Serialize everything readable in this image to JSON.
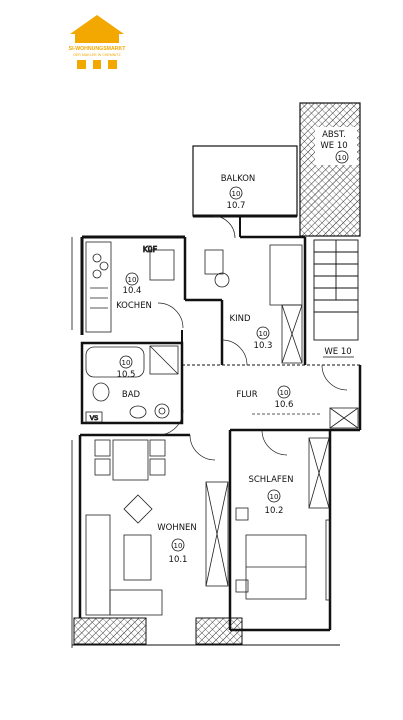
{
  "logo": {
    "name": "SI-WOHNUNGSMARKT",
    "tagline": "DER MAKLER IN CHEMNITZ",
    "color": "#f2a800"
  },
  "rooms": {
    "balkon": {
      "name": "BALKON",
      "badge": "10",
      "number": "10.7"
    },
    "kind": {
      "name": "KIND",
      "badge": "10",
      "number": "10.3"
    },
    "kochen": {
      "name": "KOCHEN",
      "badge": "10",
      "number": "10.4"
    },
    "bad": {
      "name": "BAD",
      "badge": "10",
      "number": "10.5"
    },
    "flur": {
      "name": "FLUR",
      "badge": "10",
      "number": "10.6"
    },
    "wohnen": {
      "name": "WOHNEN",
      "badge": "10",
      "number": "10.1"
    },
    "schlafen": {
      "name": "SCHLAFEN",
      "badge": "10",
      "number": "10.2"
    },
    "abst": {
      "name_line1": "ABST.",
      "name_line2": "WE 10",
      "badge": "10"
    }
  },
  "marks": {
    "we": "WE 10",
    "vs": "VS",
    "kuehl": "KüF"
  },
  "line_color": "#1a1a1a"
}
